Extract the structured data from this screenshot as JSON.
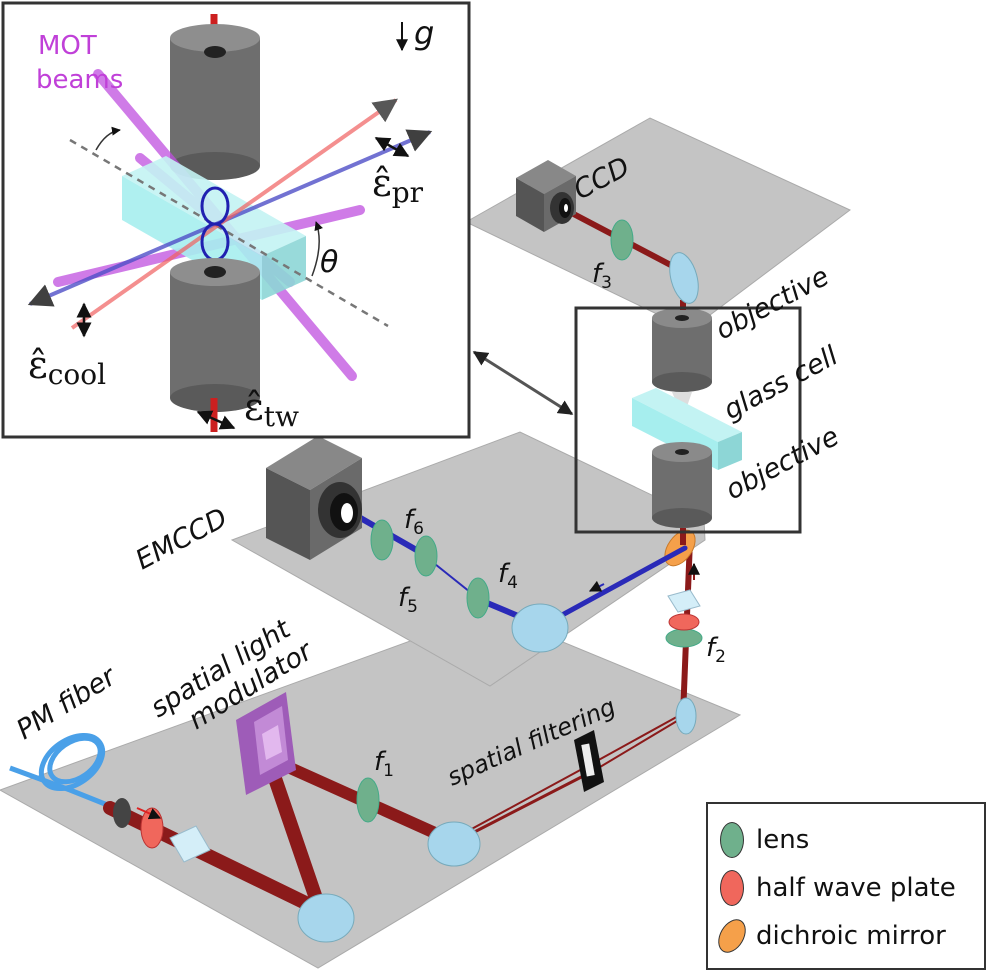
{
  "labels": {
    "mot_line1": "MOT",
    "mot_line2": "beams",
    "gravity": "g",
    "theta": "θ",
    "eps_pr": "ε̂",
    "eps_pr_sub": "pr",
    "eps_cool": "ε̂",
    "eps_cool_sub": "cool",
    "eps_tw": "ε̂",
    "eps_tw_sub": "tw",
    "ccd": "CCD",
    "f3": "f",
    "f3_sub": "3",
    "objective_top": "objective",
    "glass_cell": "glass cell",
    "objective_bottom": "objective",
    "emccd": "EMCCD",
    "f6": "f",
    "f6_sub": "6",
    "f5": "f",
    "f5_sub": "5",
    "f4": "f",
    "f4_sub": "4",
    "f2": "f",
    "f2_sub": "2",
    "f1": "f",
    "f1_sub": "1",
    "pm_fiber": "PM fiber",
    "slm_line1": "spatial light",
    "slm_line2": "modulator",
    "spatial_filtering": "spatial filtering"
  },
  "legend": {
    "items": [
      {
        "label": "lens",
        "color": "#6fb08c"
      },
      {
        "label": "half wave plate",
        "color": "#f0675c"
      },
      {
        "label": "dichroic mirror",
        "color": "#f5a04a"
      }
    ]
  },
  "colors": {
    "plate": "#c4c4c4",
    "red_beam": "#8b1a1a",
    "blue_beam": "#2a2ab8",
    "mot": "#c050e0",
    "cylinder": "#6e6e6e",
    "glass": "#a6eeee",
    "mirror": "#a7d6ec"
  }
}
